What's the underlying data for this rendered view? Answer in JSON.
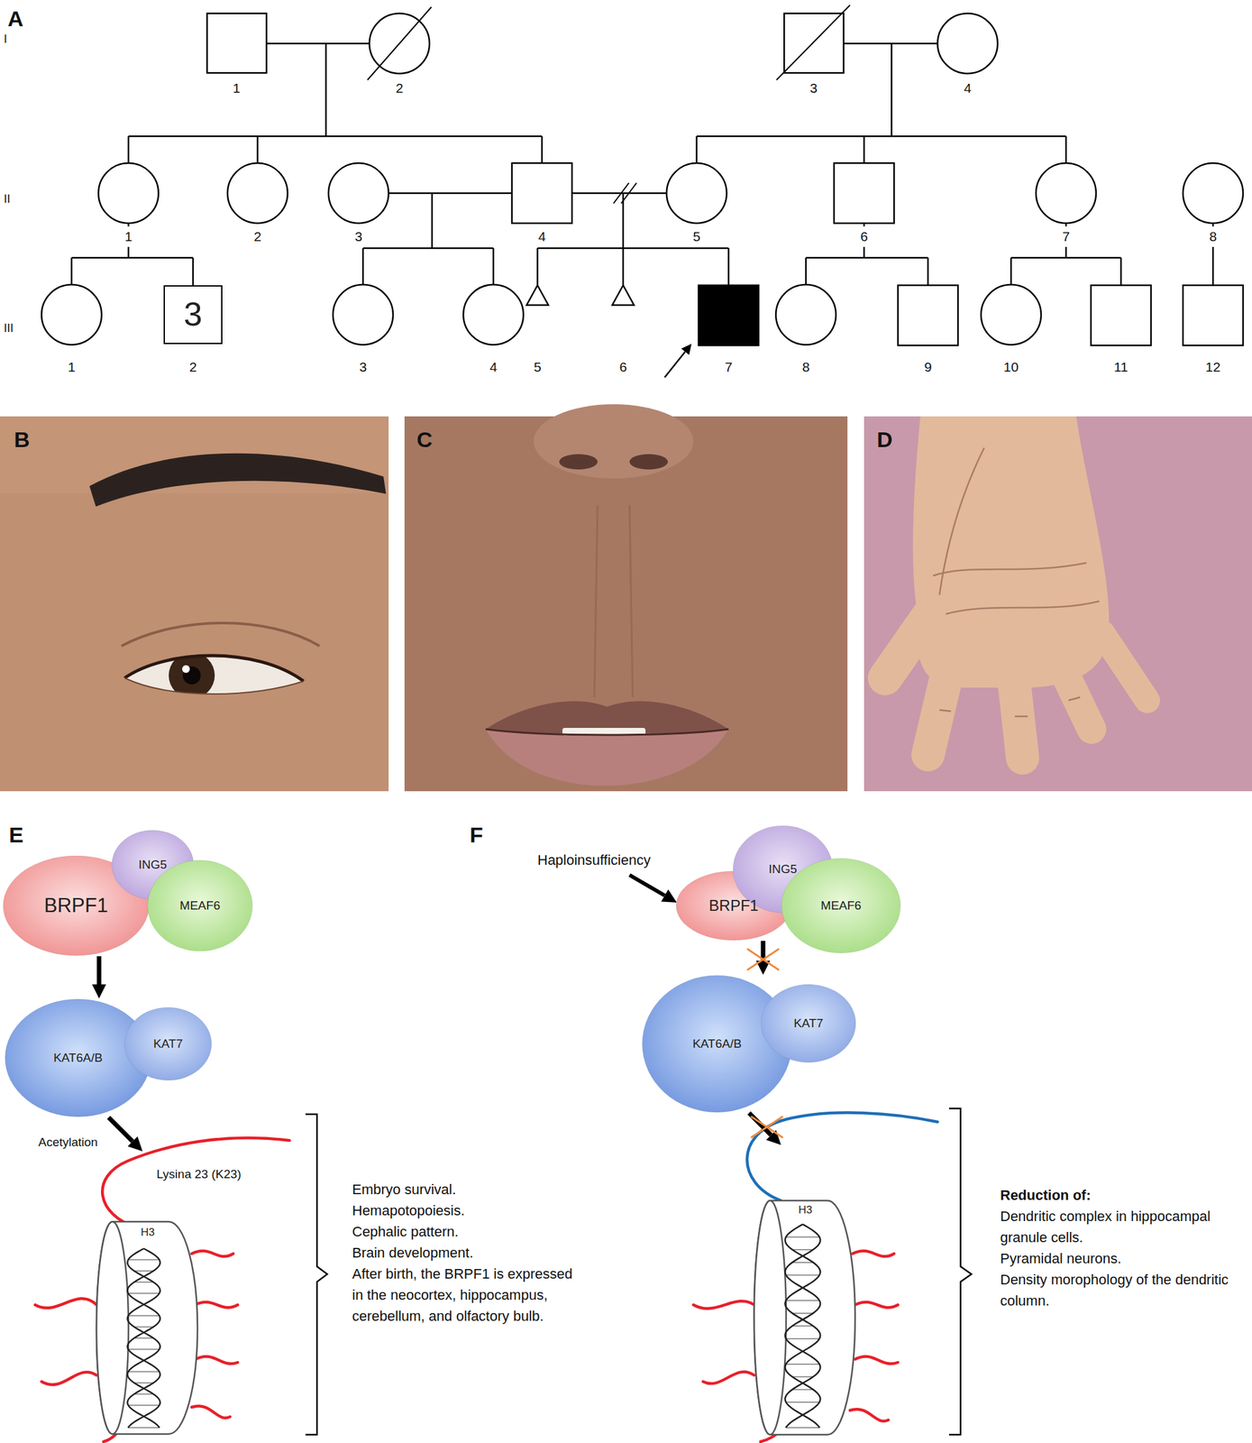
{
  "diagram": {
    "nodes": [
      {
        "text": [
          "3"
        ]
      },
      {
        "text": [
          "BRPF1"
        ]
      },
      {
        "text": [
          "ING5"
        ]
      },
      {
        "text": [
          "MEAF6"
        ]
      },
      {
        "text": [
          "KAT6A/B"
        ]
      },
      {
        "text": [
          "KAT7"
        ]
      },
      {
        "text": [
          "H3"
        ]
      },
      {
        "text": [
          "BRPF1"
        ]
      },
      {
        "text": [
          "ING5"
        ]
      },
      {
        "text": [
          "MEAF6"
        ]
      },
      {
        "text": [
          "KAT6A/B"
        ]
      },
      {
        "text": [
          "KAT7"
        ]
      },
      {
        "text": [
          "H3"
        ]
      }
    ],
    "edges": [
      {
        "from": 1,
        "to": 4,
        "arrow": "to"
      },
      {
        "from": 4,
        "to": 6,
        "arrow": "to"
      },
      {
        "from": 7,
        "to": 10,
        "arrow": "to"
      },
      {
        "from": 10,
        "to": 12,
        "arrow": "to"
      }
    ],
    "labels": [
      "A",
      "I",
      "II",
      "III",
      "1",
      "2",
      "3",
      "4",
      "1",
      "2",
      "3",
      "4",
      "5",
      "6",
      "7",
      "8",
      "1",
      "2",
      "3",
      "4",
      "5",
      "6",
      "7",
      "8",
      "9",
      "10",
      "11",
      "12",
      "B",
      "C",
      "D",
      "E",
      "F",
      "Acetylation",
      "Lysina 23 (K23)",
      "Embryo survival.",
      "Hemapotopoiesis.",
      "Cephalic pattern.",
      "Brain development.",
      "After birth, the BRPF1 is expressed in the neocortex, hippocampus, cerebellum, and olfactory bulb.",
      "Haploinsufficiency",
      "Reduction of:",
      "Dendritic complex in hippocampal granule cells.",
      "Pyramidal neurons.",
      "Density morophology of the dendritic column."
    ]
  }
}
